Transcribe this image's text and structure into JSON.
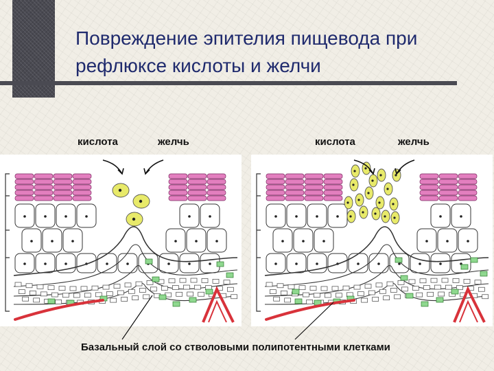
{
  "title": "Повреждение эпителия пищевода при рефлюксе кислоты и желчи",
  "panels": [
    {
      "acid_label": "кислота",
      "bile_label": "желчь"
    },
    {
      "acid_label": "кислота",
      "bile_label": "желчь"
    }
  ],
  "caption": "Базальный слой со стволовыми полипотентными  клетками",
  "colors": {
    "title_text": "#1f2a6d",
    "superficial_layer": "#e37fbf",
    "bile_particles": "#e8ea6a",
    "basal_stem_cells": "#8fd88f",
    "vessels": "#d8323a"
  }
}
